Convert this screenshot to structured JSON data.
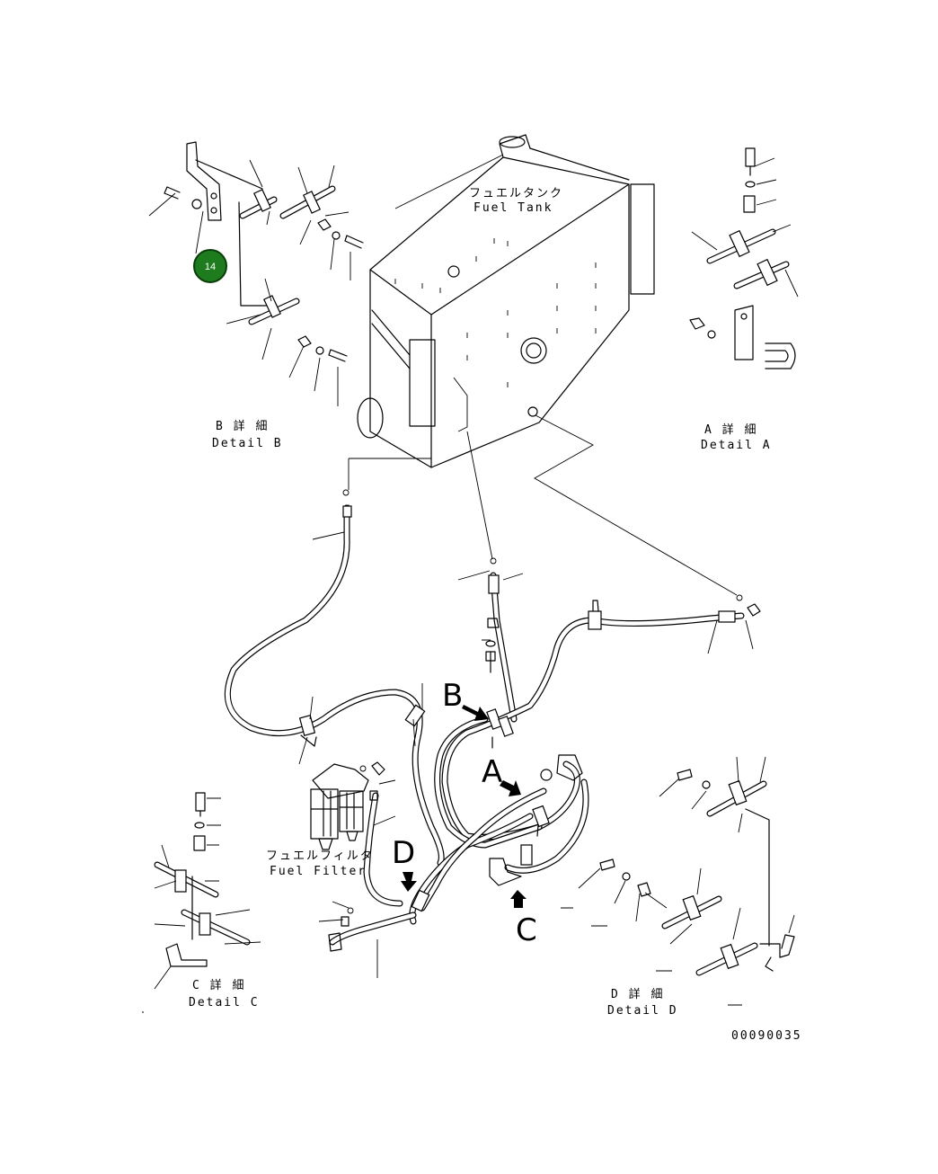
{
  "callout": {
    "number": "14",
    "color": "#1e7b1e"
  },
  "labels": {
    "fuel_tank_jp": "フュエルタンク",
    "fuel_tank_en": "Fuel Tank",
    "fuel_filter_jp": "フュエルフィルタ",
    "fuel_filter_en": "Fuel Filter",
    "detail_a_jp": "A 詳 細",
    "detail_a_en": "Detail A",
    "detail_b_jp": "B 詳 細",
    "detail_b_en": "Detail B",
    "detail_c_jp": "C 詳 細",
    "detail_c_en": "Detail C",
    "detail_d_jp": "D 詳 細",
    "detail_d_en": "Detail D",
    "view_a": "A",
    "view_b": "B",
    "view_c": "C",
    "view_d": "D",
    "drawing_number": "00090035"
  }
}
